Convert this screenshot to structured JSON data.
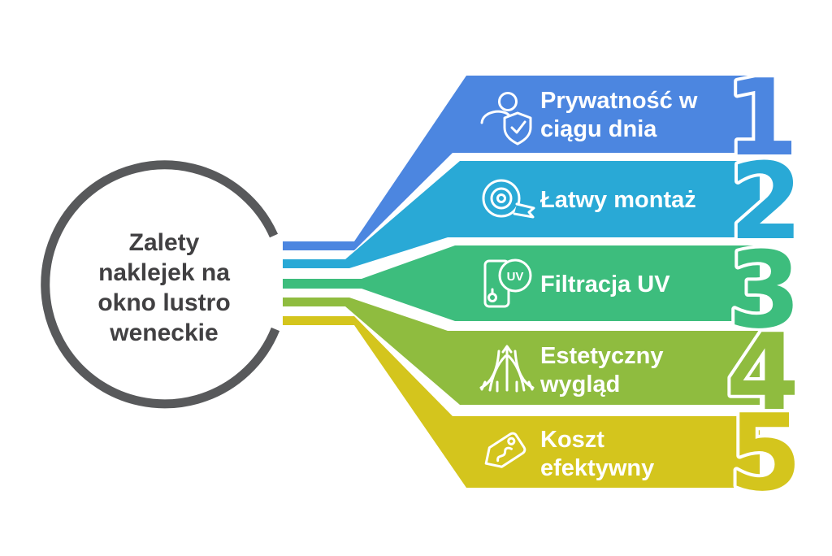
{
  "title": {
    "lines": [
      "Zalety",
      "naklejek na",
      "okno lustro",
      "weneckie"
    ]
  },
  "colors": {
    "background": "#ffffff",
    "ring": "#58595b",
    "title_text": "#414042",
    "label_text": "#ffffff"
  },
  "items": [
    {
      "number": "1",
      "label_line1": "Prywatność w",
      "label_line2": "ciągu dnia",
      "color": "#4c86e0",
      "icon": "privacy-shield-icon"
    },
    {
      "number": "2",
      "label_line1": "Łatwy montaż",
      "label_line2": "",
      "color": "#29a9d6",
      "icon": "tape-roll-icon"
    },
    {
      "number": "3",
      "label_line1": "Filtracja UV",
      "label_line2": "",
      "color": "#3dbd7d",
      "icon": "uv-filter-icon",
      "icon_text": "UV"
    },
    {
      "number": "4",
      "label_line1": "Estetyczny",
      "label_line2": "wygląd",
      "color": "#8fbc3f",
      "icon": "decorative-plant-icon"
    },
    {
      "number": "5",
      "label_line1": "Koszt",
      "label_line2": "efektywny",
      "color": "#d4c51d",
      "icon": "price-tag-icon"
    }
  ]
}
